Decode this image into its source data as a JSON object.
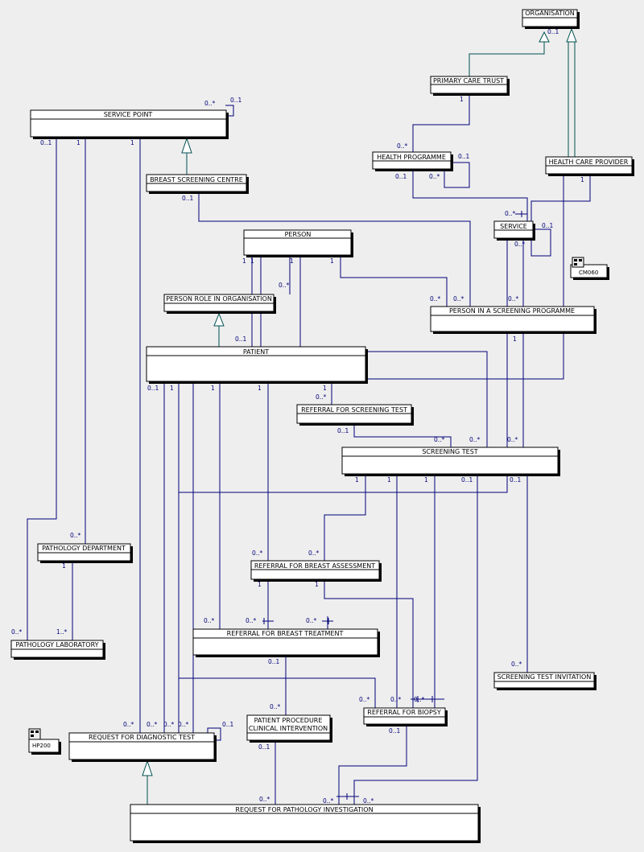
{
  "colors": {
    "background": "#eeeeee",
    "box_fill": "#ffffff",
    "box_border": "#000000",
    "box_shadow": "#000000",
    "association_line": "#00007a",
    "generalization_line": "#005050",
    "multiplicity_text": "#00007a"
  },
  "classes": {
    "organisation": "ORGANISATION",
    "primary_care_trust": "PRIMARY CARE TRUST",
    "service_point": "SERVICE POINT",
    "health_programme": "HEALTH PROGRAMME",
    "health_care_provider": "HEALTH CARE PROVIDER",
    "breast_screening_centre": "BREAST SCREENING CENTRE",
    "service": "SERVICE",
    "person": "PERSON",
    "person_role_in_organisation": "PERSON ROLE IN ORGANISATION",
    "person_in_a_screening_programme": "PERSON IN A SCREENING PROGRAMME",
    "patient": "PATIENT",
    "referral_for_screening_test": "REFERRAL FOR SCREENING TEST",
    "screening_test": "SCREENING TEST",
    "pathology_department": "PATHOLOGY DEPARTMENT",
    "referral_for_breast_assessment": "REFERRAL FOR BREAST ASSESSMENT",
    "referral_for_breast_treatment": "REFERRAL FOR BREAST TREATMENT",
    "pathology_laboratory": "PATHOLOGY LABORATORY",
    "screening_test_invitation": "SCREENING TEST INVITATION",
    "patient_procedure_line1": "PATIENT PROCEDURE",
    "patient_procedure_line2": "CLINICAL INTERVENTION",
    "referral_for_biopsy": "REFERRAL FOR BIOPSY",
    "request_for_diagnostic_test": "REQUEST FOR DIAGNOSTIC TEST",
    "request_for_pathology_investigation": "REQUEST FOR PATHOLOGY INVESTIGATION"
  },
  "package_tags": {
    "cm060": "CM060",
    "hp200": "HP200"
  },
  "multiplicities": {
    "org_gen": "0..1",
    "pct_one": "1",
    "sp_self_many": "0..*",
    "sp_self_one": "0..1",
    "sp_left": "0..1",
    "sp_mid": "1",
    "sp_right": "1",
    "hp_self_one": "0..1",
    "hp_left": "0..1",
    "hp_many": "0..*",
    "hp_top": "0..*",
    "hcp_one": "1",
    "bsc_one": "0..1",
    "svc_many_top": "0..*",
    "svc_self_one": "0..1",
    "svc_bottom_many": "0..*",
    "person_one_a": "1",
    "person_one_b": "1",
    "person_one_c": "1",
    "person_one_d": "1",
    "prio_many": "0..*",
    "pisp_many_a": "0..*",
    "pisp_many_b": "0..*",
    "pisp_many_c": "0..*",
    "pisp_one": "1",
    "patient_prio": "0..1",
    "patient_b1": "0..1",
    "patient_b2": "1",
    "patient_b3": "1",
    "patient_b4": "1",
    "patient_b5": "1",
    "rfst_many": "0..*",
    "rfst_one": "0..1",
    "st_many_a": "0..*",
    "st_many_b": "0..*",
    "st_many_c": "0..*",
    "st_b1": "1",
    "st_b2": "1",
    "st_b3": "1",
    "st_b4": "0..1",
    "st_b5": "0..1",
    "pd_many": "0..*",
    "pd_one": "1",
    "rfba_many_a": "0..*",
    "rfba_many_b": "0..*",
    "rfba_one_a": "1",
    "rfba_one_b": "1",
    "pl_many_a": "0..*",
    "pl_many_b": "1..*",
    "rfbt_many_a": "0..*",
    "rfbt_many_b": "0..*",
    "rfbt_many_c": "0..*",
    "rfbt_one": "0..1",
    "sti_many": "0..*",
    "pp_many": "0..*",
    "pp_one": "0..1",
    "rfb_many_a": "0..*",
    "rfb_many_b": "0..*",
    "rfb_many_c": "0..*",
    "rfb_one": "0..1",
    "rdt_many_a": "0..*",
    "rdt_many_b": "0..*",
    "rdt_many_c": "0..*",
    "rdt_many_d": "0..*",
    "rdt_self_one": "0..1",
    "rpi_many_a": "0..*",
    "rpi_many_b": "0..*",
    "rpi_many_c": "0..*"
  }
}
